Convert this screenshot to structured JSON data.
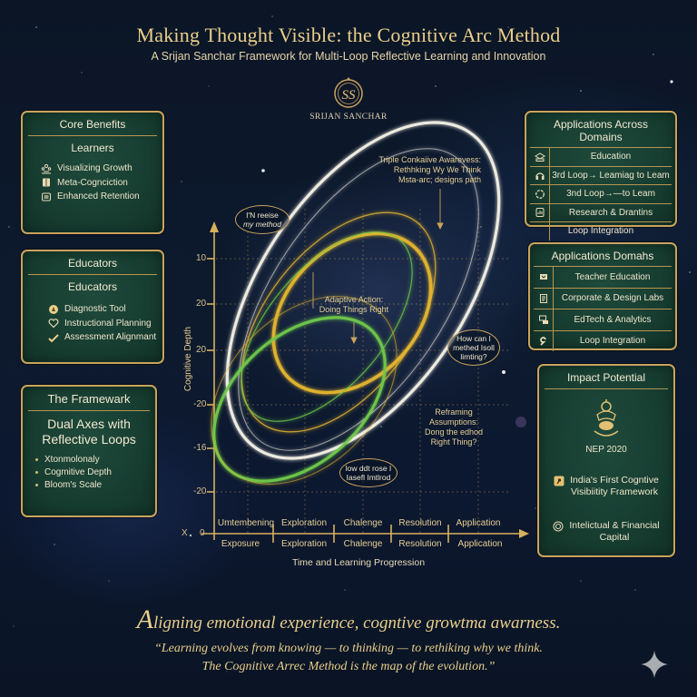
{
  "header": {
    "title": "Making Thought Visible: the Cognitive Arc Method",
    "subtitle": "A Srijan Sanchar Framework for Multi-Loop Reflective Learning and Innovation",
    "logo_monogram": "SS",
    "logo_text": "SRIJAN SANCHAR"
  },
  "left_panels": {
    "core_benefits": {
      "title": "Core Benefits",
      "subtitle": "Learners",
      "items": [
        {
          "icon": "people-growth-icon",
          "label": "Visualizing Growth"
        },
        {
          "icon": "book-icon",
          "label": "Meta-Cognciction"
        },
        {
          "icon": "memory-icon",
          "label": "Enhanced Retention"
        }
      ]
    },
    "educators": {
      "title": "Educators",
      "subtitle": "Educators",
      "items": [
        {
          "icon": "diagnostic-icon",
          "label": "Diagnostic Tool"
        },
        {
          "icon": "heart-icon",
          "label": "Instructional Planning"
        },
        {
          "icon": "check-icon",
          "label": "Assessment Alignmant"
        }
      ]
    },
    "framework": {
      "title": "The Framewark",
      "heading_line1": "Dual Axes with",
      "heading_line2": "Reflective Loops",
      "bullets": [
        "Xtonmolonaly",
        "Cogmitive Depth",
        "Bloom's Scale"
      ]
    }
  },
  "right_panels": {
    "applications_across": {
      "title": "Applications Across Domains",
      "rows": [
        {
          "icon": "graduation-icon",
          "label": "Education"
        },
        {
          "icon": "headphones-icon",
          "label": "3rd Loop→ Leamiag to Leam"
        },
        {
          "icon": "cycle-icon",
          "label": "3nd Loop→—to Leam"
        },
        {
          "icon": "report-icon",
          "label": "Research & Drantins"
        },
        {
          "icon": "",
          "label": "Loop Integration"
        }
      ]
    },
    "applications_domains": {
      "title": "Applications Domahs",
      "rows": [
        {
          "icon": "teacher-icon",
          "label": "Teacher Education"
        },
        {
          "icon": "document-icon",
          "label": "Corporate & Design Labs"
        },
        {
          "icon": "computer-icon",
          "label": "EdTech & Analytics"
        },
        {
          "icon": "loop-icon",
          "label": "Loop Integration"
        }
      ]
    },
    "impact": {
      "title": "Impact Potential",
      "emblem_label": "NEP 2020",
      "items": [
        {
          "icon": "badge-icon",
          "line1": "India's First Cogntive",
          "line2": "Visibiitity Framework"
        },
        {
          "icon": "globe-icon",
          "line1": "Intelictual & Financial",
          "line2": "Capital"
        }
      ]
    }
  },
  "chart": {
    "y_axis_label": "Cognitive Depth",
    "y_ticks": [
      "10",
      "20",
      "20",
      "-20",
      "-16",
      "-20"
    ],
    "x_origin_label": "X",
    "zero_label": "0",
    "x_categories_top": [
      "Umtembening",
      "Exploration",
      "Chalenge",
      "Resolution",
      "Application"
    ],
    "x_categories_bottom": [
      "Exposure",
      "Exploration",
      "Chalenge",
      "Resolution",
      "Application"
    ],
    "x_axis_title": "Time and Learning Progression",
    "annotations": {
      "triple_line1": "Triple Conkaiive Awarevess:",
      "triple_line2": "Rethhking Wy We Think",
      "triple_line3": "Msta-arc; designs path",
      "adaptive_line1": "Adaptive Action:",
      "adaptive_line2": "Doing Things Right",
      "reframing_line1": "Reframing Assumptions:",
      "reframing_line2": "Dong the edhod",
      "reframing_line3": "Right Thing?"
    },
    "bubbles": {
      "revise_line1": "I'N reeise",
      "revise_line2": "my method",
      "howcan_line1": "How can I",
      "howcan_line2": "methed Isoll",
      "howcan_line3": "limting?",
      "low_line1": "low ddt rose I",
      "low_line2": "Iasefl Imtlrod"
    },
    "colors": {
      "outer_loop": "#f2efe4",
      "middle_loop": "#e3b52f",
      "inner_loop": "#6fc84a",
      "axis": "#d8b15e"
    }
  },
  "chart_data": {
    "type": "diagram",
    "title": "Cognitive Arc Method",
    "xlabel": "Time and Learning Progression",
    "ylabel": "Cognitive Depth",
    "x_categories": [
      "Exposure",
      "Exploration",
      "Chalenge",
      "Resolution",
      "Application"
    ],
    "y_tick_labels": [
      "10",
      "20",
      "20",
      "-20",
      "-16",
      "-20",
      "0"
    ],
    "series": [
      {
        "name": "Triple-loop (Rethinking Why We Think)",
        "color": "#f2efe4",
        "shape": "large tilted ellipse"
      },
      {
        "name": "Double-loop (Reframing Assumptions)",
        "color": "#e3b52f",
        "shape": "medium tilted ellipse"
      },
      {
        "name": "Single-loop (Adaptive Action)",
        "color": "#6fc84a",
        "shape": "small tilted ellipse"
      }
    ],
    "grid": true
  },
  "footer": {
    "tagline_cap": "A",
    "tagline_rest": "ligning emotional experience, cogntive growtma awarness.",
    "quote_line1": "“Learning evolves from knowing — to thinking — to rethiking why we think.",
    "quote_line2": "The Cognitive Arrec Method is the map of the evolution.”"
  }
}
